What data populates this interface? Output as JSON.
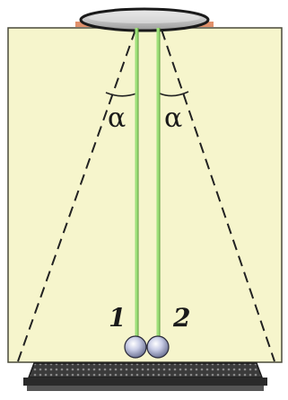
{
  "diagram": {
    "angle_left_label": "α",
    "angle_right_label": "α",
    "ball_1_label": "1",
    "ball_2_label": "2"
  },
  "colors": {
    "panel_fill": "#f6f5cc",
    "panel_stroke": "#4a4a3a",
    "thread_color": "#8fd06a",
    "dash_color": "#222222",
    "ball_fill": "#b9bedc",
    "ball_stroke": "#2a2a3a",
    "base_fill": "#3a3a3a",
    "bar_color": "#e0906a",
    "ring_fill": "#cfcfcf",
    "ring_stroke": "#1a1a1a"
  }
}
